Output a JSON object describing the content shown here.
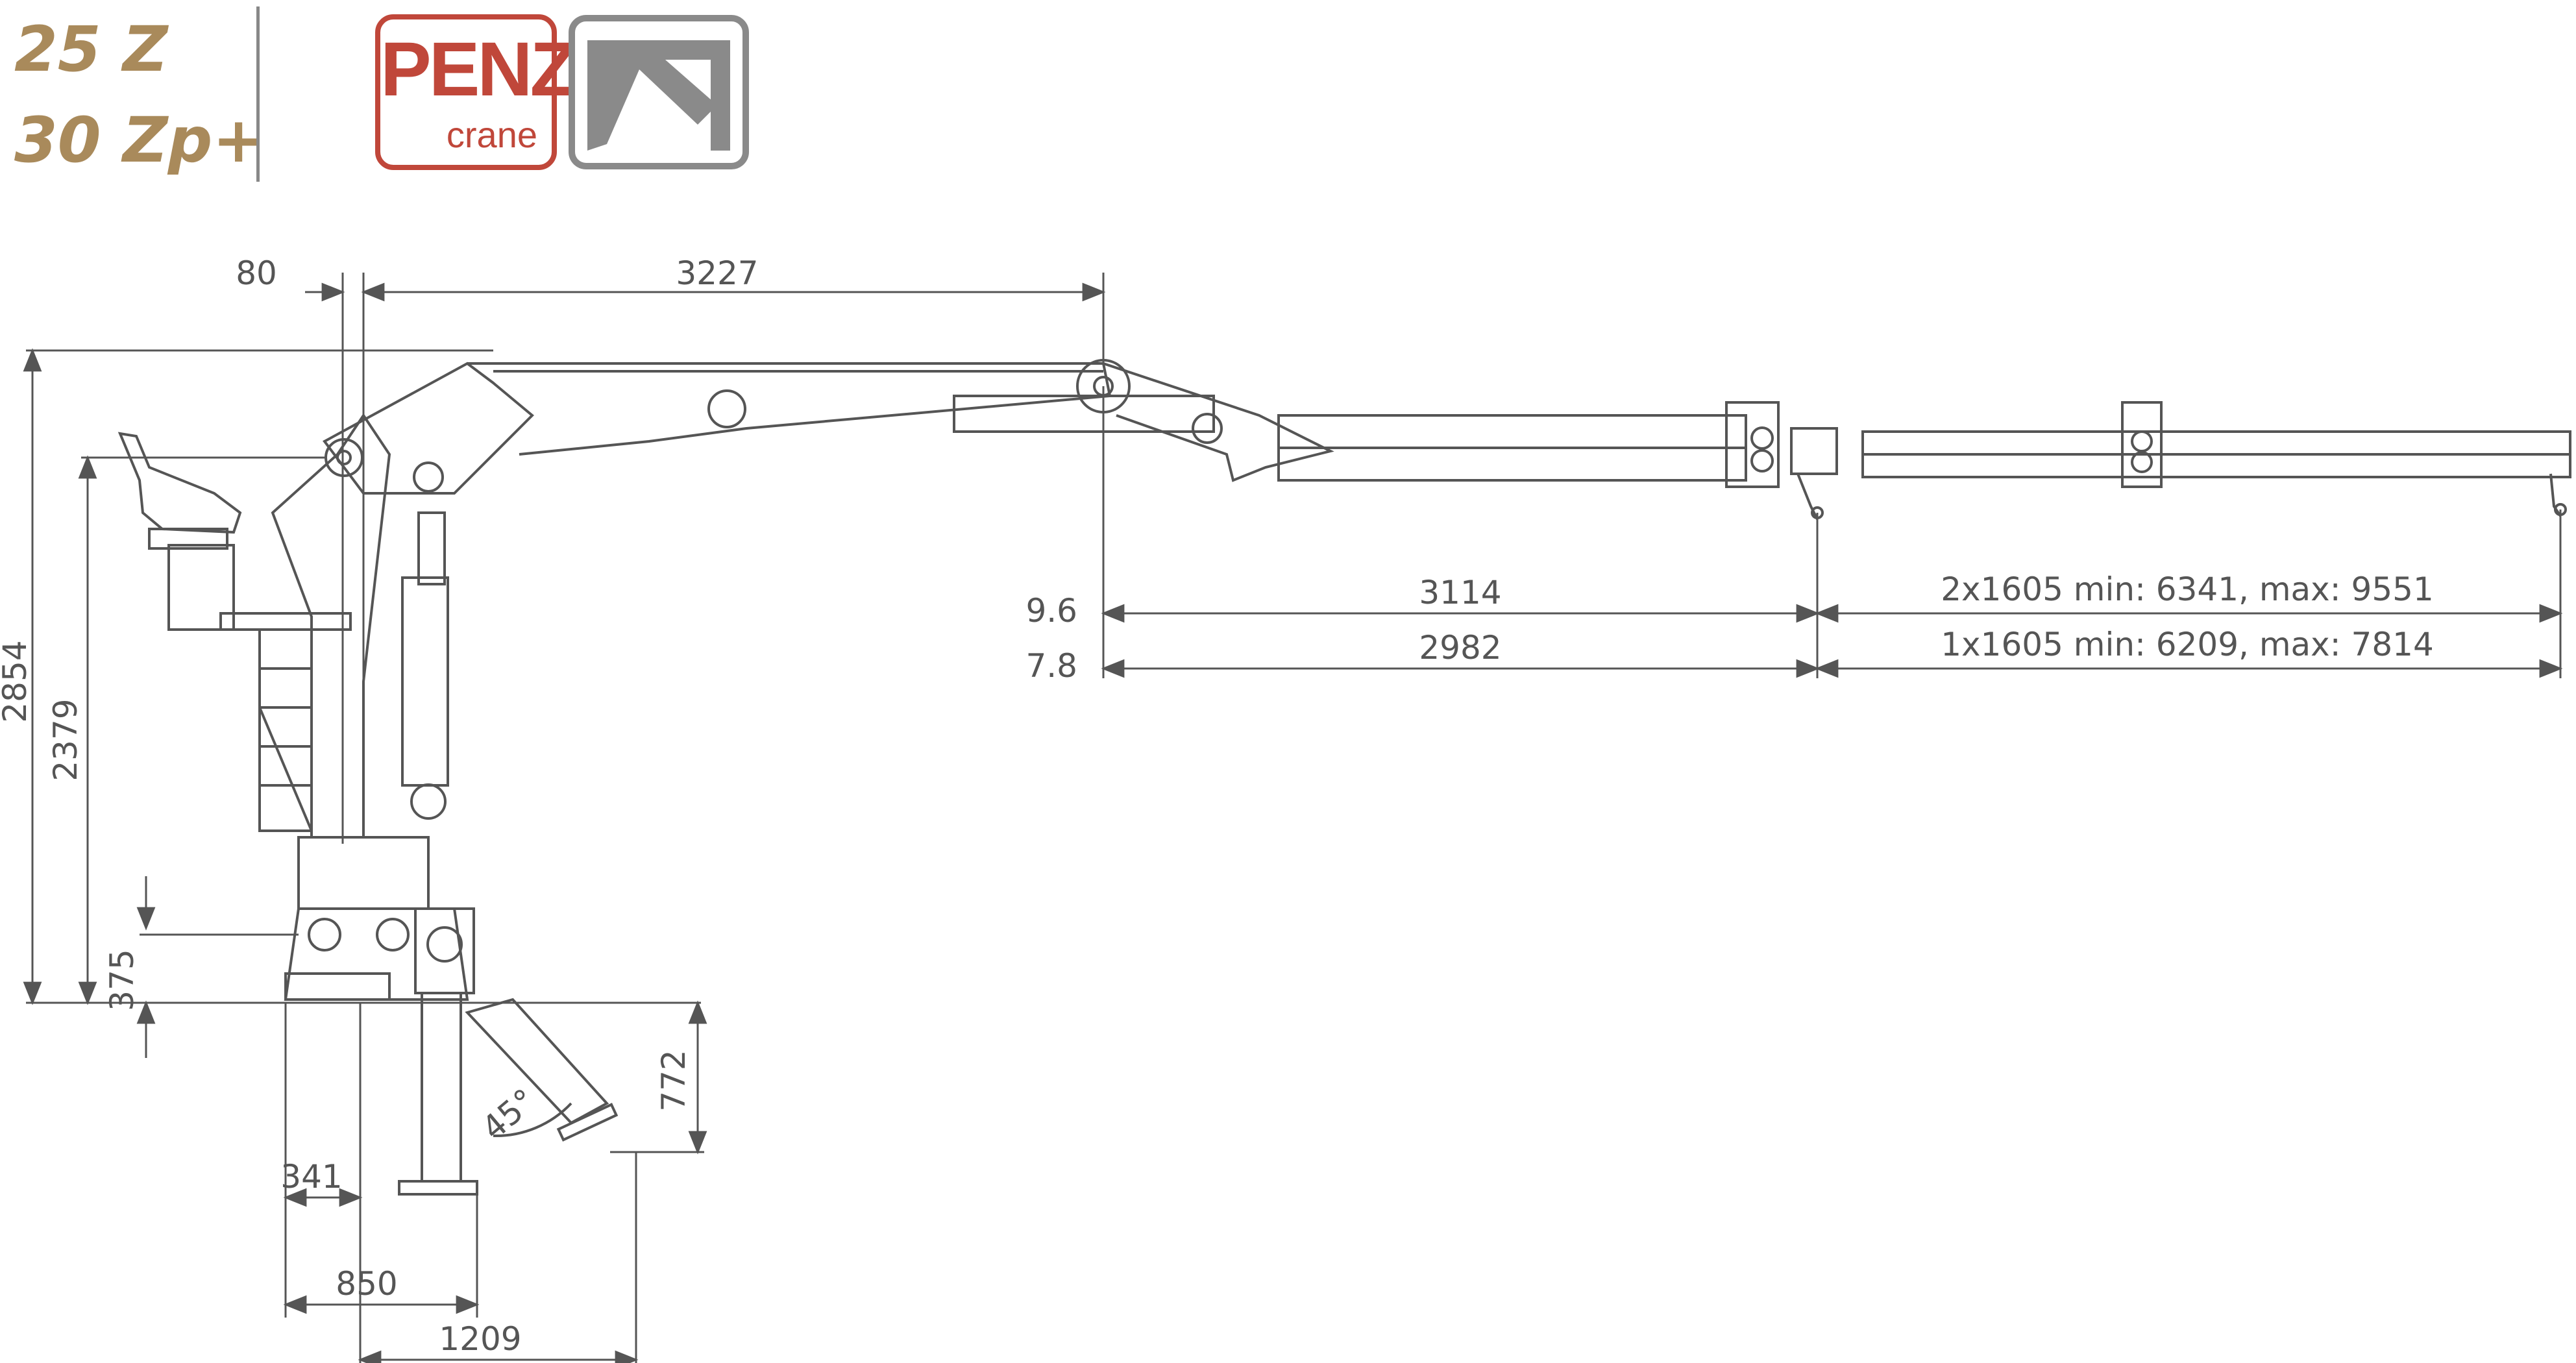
{
  "header": {
    "model_line1": "25 Z",
    "model_line2": "30 Zp+",
    "logo_word": "PENZ",
    "logo_subword": "crane",
    "brand_mark_icon": "penz-corner-arrow-icon"
  },
  "colors": {
    "model_text": "#a98a5b",
    "logo_red": "#c0473a",
    "logo_mark_gray": "#8a8a8a",
    "line": "#555555"
  },
  "dimensions": {
    "top_offset": "80",
    "boom_span": "3227",
    "total_height": "2854",
    "pivot_height": "2379",
    "base_height": "375",
    "outrigger_offset": "341",
    "outrigger_width_1": "850",
    "outrigger_width_2": "1209",
    "outrigger_height": "772",
    "outrigger_angle": "45°",
    "reach_label_1": "9.6",
    "reach_label_2": "7.8",
    "reach_span_1": "3114",
    "reach_span_2": "2982",
    "extension_2x": "2x1605 min: 6341, max: 9551",
    "extension_1x": "1x1605 min: 6209, max: 7814"
  }
}
